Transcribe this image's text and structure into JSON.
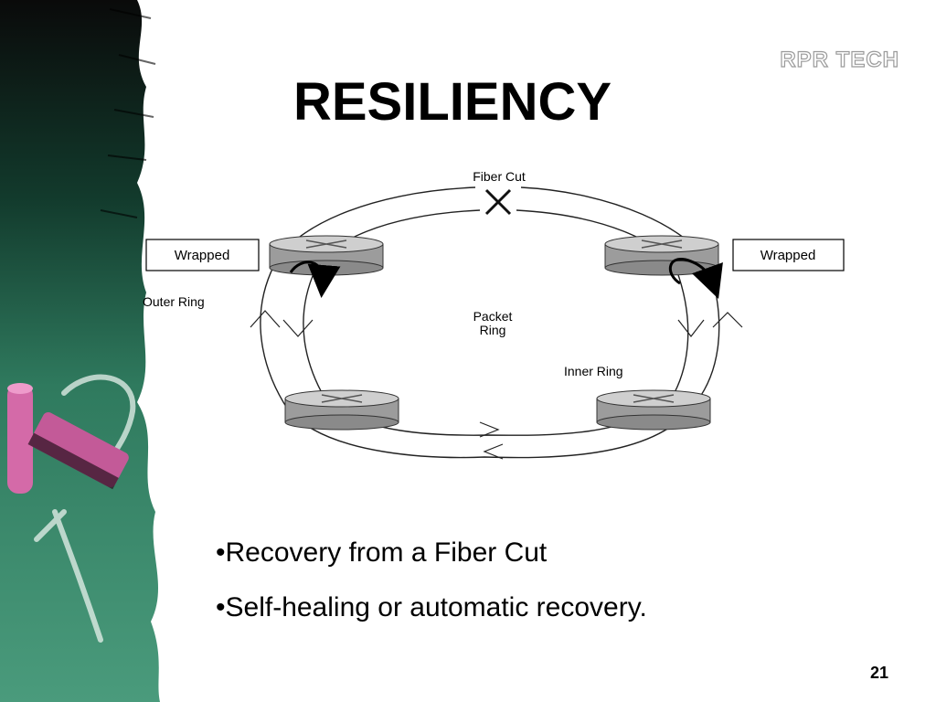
{
  "slide": {
    "title": "RESILIENCY",
    "brand": "RPR  TECH",
    "page_number": "21",
    "bullets": [
      "•Recovery from a Fiber Cut",
      "•Self-healing or automatic recovery."
    ]
  },
  "diagram": {
    "labels": {
      "fiber_cut": "Fiber Cut",
      "wrapped_left": "Wrapped",
      "wrapped_right": "Wrapped",
      "outer_ring": "Outer Ring",
      "inner_ring": "Inner Ring",
      "packet_ring_line1": "Packet",
      "packet_ring_line2": "Ring"
    },
    "colors": {
      "router_body": "#9c9c9c",
      "router_top": "#cfcfcf",
      "board_green": "#2f7a5e",
      "chalk_pink": "#d46aa8"
    }
  }
}
